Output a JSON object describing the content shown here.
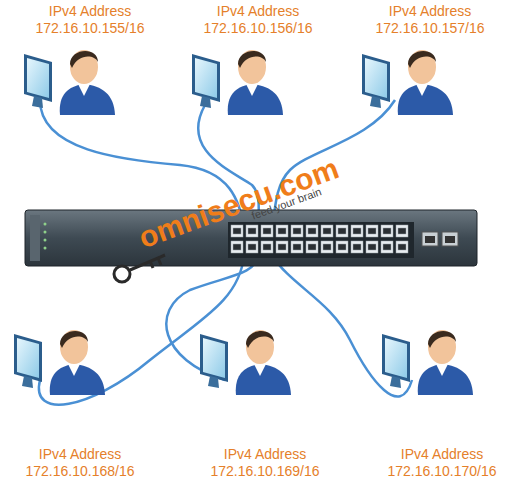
{
  "diagram": {
    "nodes": [
      {
        "text": [
          "IPv4 Address",
          "172.16.10.155/16"
        ]
      },
      {
        "text": [
          "IPv4 Address",
          "172.16.10.156/16"
        ]
      },
      {
        "text": [
          "IPv4 Address",
          "172.16.10.157/16"
        ]
      },
      {
        "text": [
          "IPv4 Address",
          "172.16.10.168/16"
        ]
      },
      {
        "text": [
          "IPv4 Address",
          "172.16.10.169/16"
        ]
      },
      {
        "text": [
          "IPv4 Address",
          "172.16.10.170/16"
        ]
      }
    ],
    "labels": [
      "omnisecu.com",
      "feed your brain"
    ]
  }
}
